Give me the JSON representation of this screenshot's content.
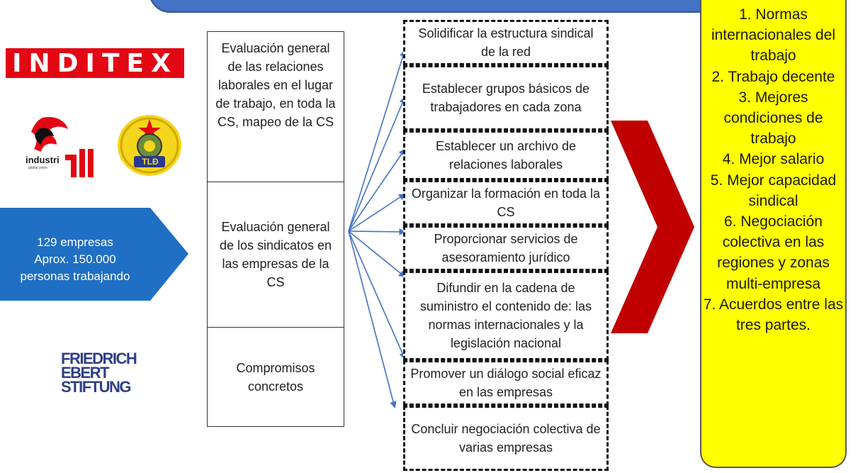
{
  "logos": {
    "inditex": "INDITEX",
    "industriall": "industri",
    "industriall_all": "all",
    "industriall_sub": "global union",
    "tld": "TLĐ",
    "fes": [
      "FRIEDRICH",
      "EBERT",
      "STIFTUNG"
    ]
  },
  "pentagon": {
    "lines": [
      "129 empresas",
      "Aprox. 150.000",
      "personas trabajando"
    ],
    "color": "#1f6fc4"
  },
  "evaluations": [
    "Evaluación general de las relaciones laborales en el lugar de trabajo, en toda la CS, mapeo de la CS",
    "Evaluación general de los sindicatos en las empresas de la CS",
    "Compromisos concretos"
  ],
  "actions": [
    "Solidificar la estructura sindical de la red",
    "Establecer grupos básicos de trabajadores en cada zona",
    "Establecer un archivo de relaciones laborales",
    "Organizar la formación en toda la CS",
    "Proporcionar servicios de asesoramiento jurídico",
    "Difundir en la cadena de suministro el contenido de: las normas internacionales y la legislación nacional",
    "Promover un diálogo social eficaz en las empresas",
    "Concluir negociación colectiva de varias empresas"
  ],
  "goals": "1. Normas internacionales del trabajo\n2. Trabajo decente\n3. Mejores condiciones de trabajo\n4. Mejor salario\n5. Mejor capacidad sindical\n6. Negociación colectiva en las regiones y zonas multi-empresa\n7. Acuerdos entre las tres partes.",
  "colors": {
    "arrow": "#4472c4",
    "chevron": "#c00000",
    "goals_bg": "#ffff00",
    "banner": "#4472c4"
  }
}
